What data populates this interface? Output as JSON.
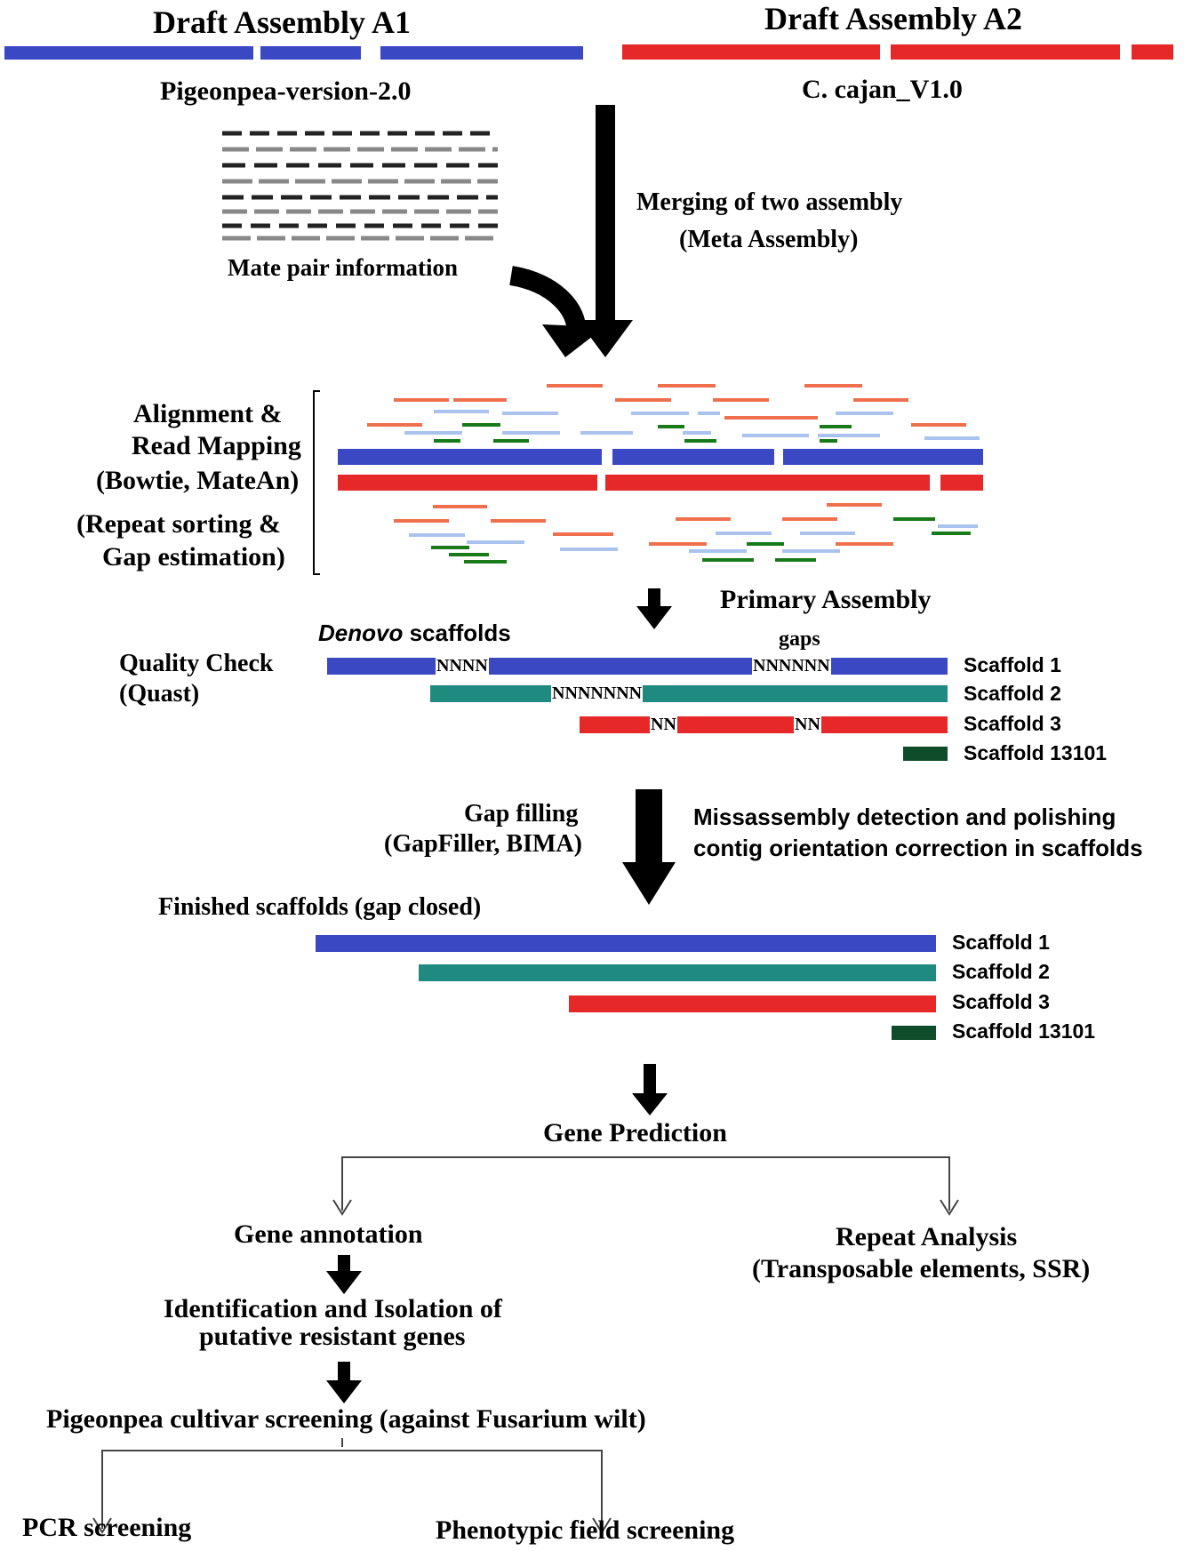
{
  "header": {
    "assembly_a1": "Draft Assembly A1",
    "assembly_a2": "Draft Assembly A2",
    "version_a1": "Pigeonpea-version-2.0",
    "version_a2": "C. cajan_V1.0"
  },
  "mate_pair": {
    "label": "Mate pair information"
  },
  "merging": {
    "line1": "Merging of two assembly",
    "line2": "(Meta Assembly)"
  },
  "alignment": {
    "line1": "Alignment &",
    "line2": "Read Mapping",
    "line3": "(Bowtie, MateAn)",
    "line4": "(Repeat sorting &",
    "line5": "Gap estimation)"
  },
  "primary": {
    "title": "Primary Assembly",
    "denovo_italic": "Denovo",
    "denovo_rest": " scaffolds",
    "gaps": "gaps",
    "quality_line1": "Quality Check",
    "quality_line2": "(Quast)",
    "gap_marks": [
      "NNNN",
      "NNNNNN",
      "NNNNNNN",
      "NN",
      "NN"
    ],
    "scaffolds": [
      "Scaffold 1",
      "Scaffold 2",
      "Scaffold 3",
      "Scaffold 13101"
    ]
  },
  "gapfill": {
    "line1": "Gap filling",
    "line2": "(GapFiller, BIMA)",
    "note1": "Missassembly detection and polishing",
    "note2": "contig orientation correction in scaffolds"
  },
  "finished": {
    "title": "Finished scaffolds (gap closed)",
    "scaffolds": [
      "Scaffold 1",
      "Scaffold 2",
      "Scaffold 3",
      "Scaffold 13101"
    ]
  },
  "gene_prediction": {
    "title": "Gene Prediction"
  },
  "gene_annotation": {
    "title": "Gene annotation"
  },
  "repeat_analysis": {
    "line1": "Repeat Analysis",
    "line2": "(Transposable elements, SSR)"
  },
  "identification": {
    "line1": "Identification and Isolation of",
    "line2": "putative resistant genes"
  },
  "screening": {
    "title": "Pigeonpea cultivar  screening (against Fusarium wilt)"
  },
  "pcr": {
    "title": "PCR screening"
  },
  "phenotypic": {
    "title": "Phenotypic field screening"
  },
  "colors": {
    "blue": "#3b48c4",
    "red": "#e62828",
    "teal": "#1f8a80",
    "darkgreen": "#0f4d2a",
    "salmon": "#f0704e",
    "lightblue": "#a9c3ee",
    "green": "#1a7a1a"
  }
}
